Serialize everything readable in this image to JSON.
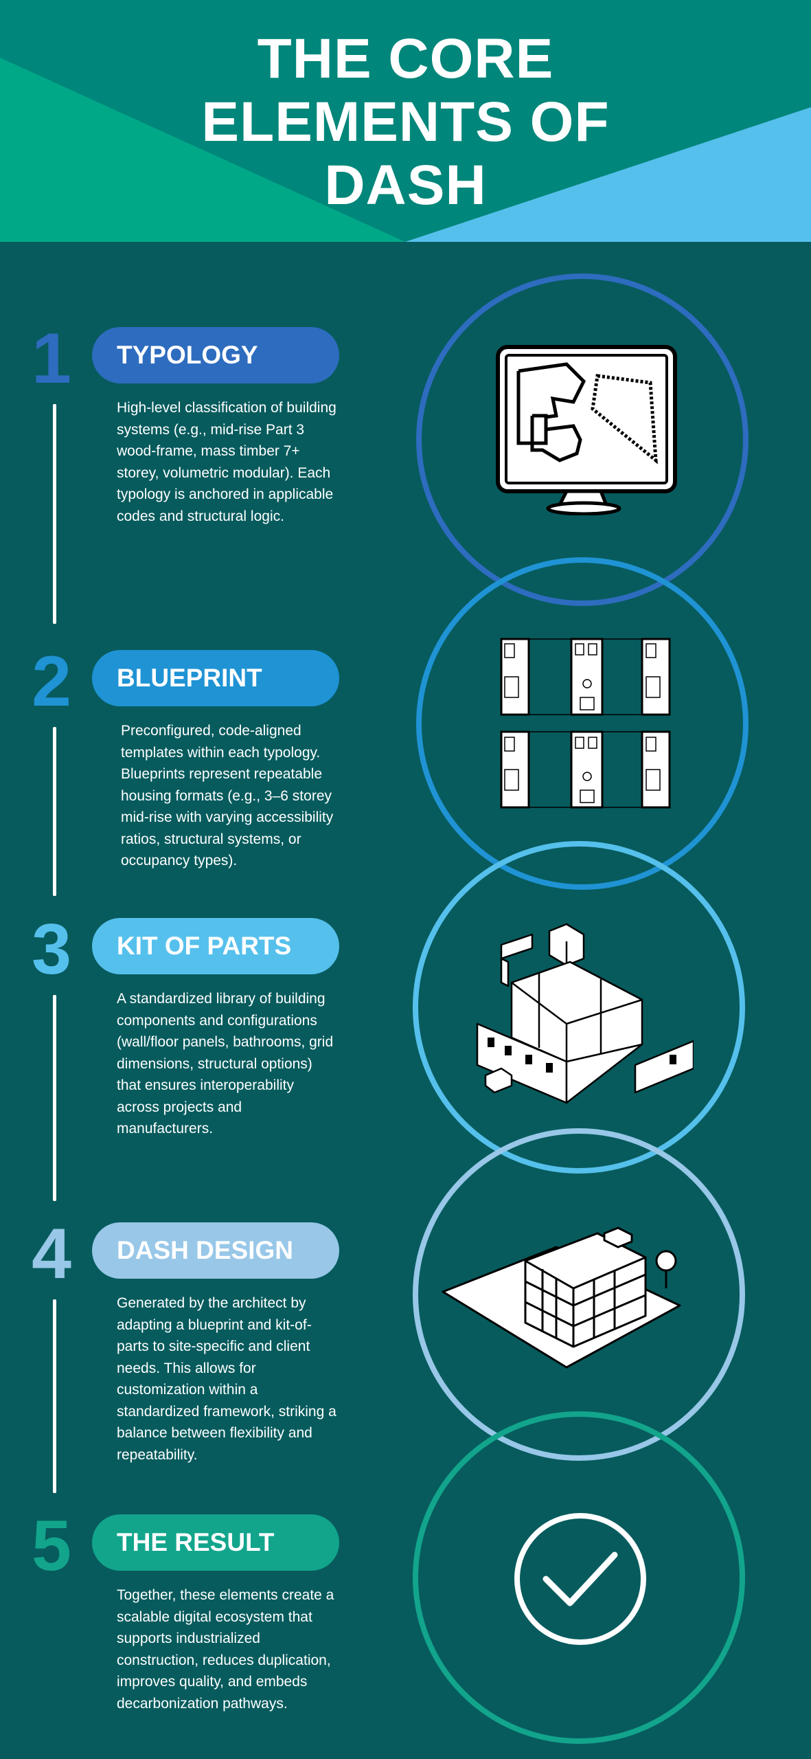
{
  "header": {
    "title_line1": "THE CORE",
    "title_line2": "ELEMENTS OF",
    "title_line3": "DASH"
  },
  "colors": {
    "background": "#075b5d",
    "header_teal": "#00867a",
    "header_green": "#00a888",
    "header_sky": "#56c0ec",
    "step1": "#2e6cbf",
    "step2": "#1f93d4",
    "step3": "#56c0ec",
    "step4": "#98c7e8",
    "step5": "#12a58c"
  },
  "steps": [
    {
      "number": "1",
      "title": "TYPOLOGY",
      "description": "High-level classification of building systems (e.g., mid-rise Part 3 wood-frame, mass timber 7+ storey, volumetric modular). Each typology is anchored in applicable codes and structural logic.",
      "icon": "monitor-floorplan-icon"
    },
    {
      "number": "2",
      "title": "BLUEPRINT",
      "description": "Preconfigured, code-aligned templates within each typology. Blueprints represent repeatable housing formats (e.g., 3–6 storey mid-rise with varying accessibility ratios, structural systems, or occupancy types).",
      "icon": "floor-plans-icon"
    },
    {
      "number": "3",
      "title": "KIT OF PARTS",
      "description": "A standardized library of building components and configurations (wall/floor panels, bathrooms, grid dimensions, structural options) that ensures interoperability across projects and manufacturers.",
      "icon": "isometric-components-icon"
    },
    {
      "number": "4",
      "title": "DASH DESIGN",
      "description": "Generated by the architect by adapting a blueprint and kit-of-parts to site-specific and client needs. This allows for customization within a standardized framework, striking a balance between flexibility and repeatability.",
      "icon": "isometric-building-icon"
    },
    {
      "number": "5",
      "title": "THE RESULT",
      "description": "Together, these elements create a scalable digital ecosystem that supports industrialized construction, reduces duplication, improves quality, and embeds decarbonization pathways.",
      "icon": "checkmark-circle-icon"
    }
  ]
}
